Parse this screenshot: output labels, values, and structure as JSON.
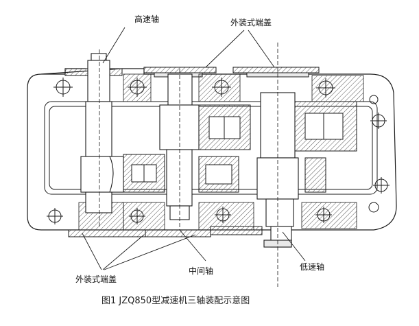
{
  "labels": {
    "high_speed_shaft": "高速轴",
    "external_cover_top": "外装式端盖",
    "external_cover_bottom": "外装式端盖",
    "intermediate_shaft": "中间轴",
    "low_speed_shaft": "低速轴"
  },
  "caption": "图1 JZQ850型减速机三轴装配示意图",
  "colors": {
    "line": "#1a1a1a",
    "hatch": "#555555",
    "fill": "#e9e9e9",
    "background": "#ffffff"
  }
}
